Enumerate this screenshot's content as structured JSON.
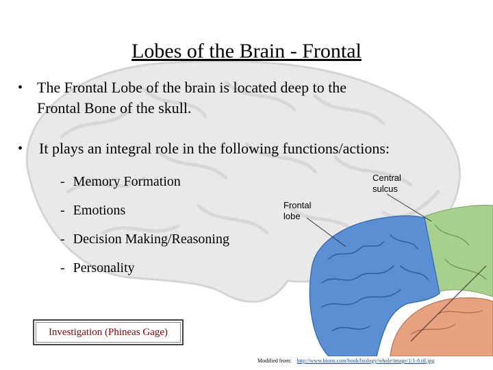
{
  "slide": {
    "title": "Lobes of the Brain - Frontal",
    "bullets": [
      {
        "marker": "•",
        "text": "The Frontal Lobe of the brain is located deep to the",
        "text2": "Frontal Bone of the skull."
      },
      {
        "marker": "•",
        "text": "It plays an integral role in the following functions/actions:"
      }
    ],
    "functions": [
      {
        "dash": "-",
        "label": "Memory Formation"
      },
      {
        "dash": "-",
        "label": "Emotions"
      },
      {
        "dash": "-",
        "label": "Decision Making/Reasoning"
      },
      {
        "dash": "-",
        "label": "Personality"
      }
    ],
    "investigation_button": "Investigation (Phineas Gage)",
    "diagram": {
      "label_central_line1": "Central",
      "label_central_line2": "sulcus",
      "label_frontal_line1": "Frontal",
      "label_frontal_line2": "lobe"
    },
    "credit": {
      "prefix": "Modified from:",
      "url": "http://www.bioon.com/book/biology/whole/image/1/1-8.tif.jpg"
    }
  },
  "colors": {
    "frontal_lobe": "#5b8fd4",
    "parietal_lobe": "#a8d08d",
    "temporal_lobe": "#e9a27f",
    "link": "#1a4fa0",
    "button_text": "#8b0000"
  }
}
